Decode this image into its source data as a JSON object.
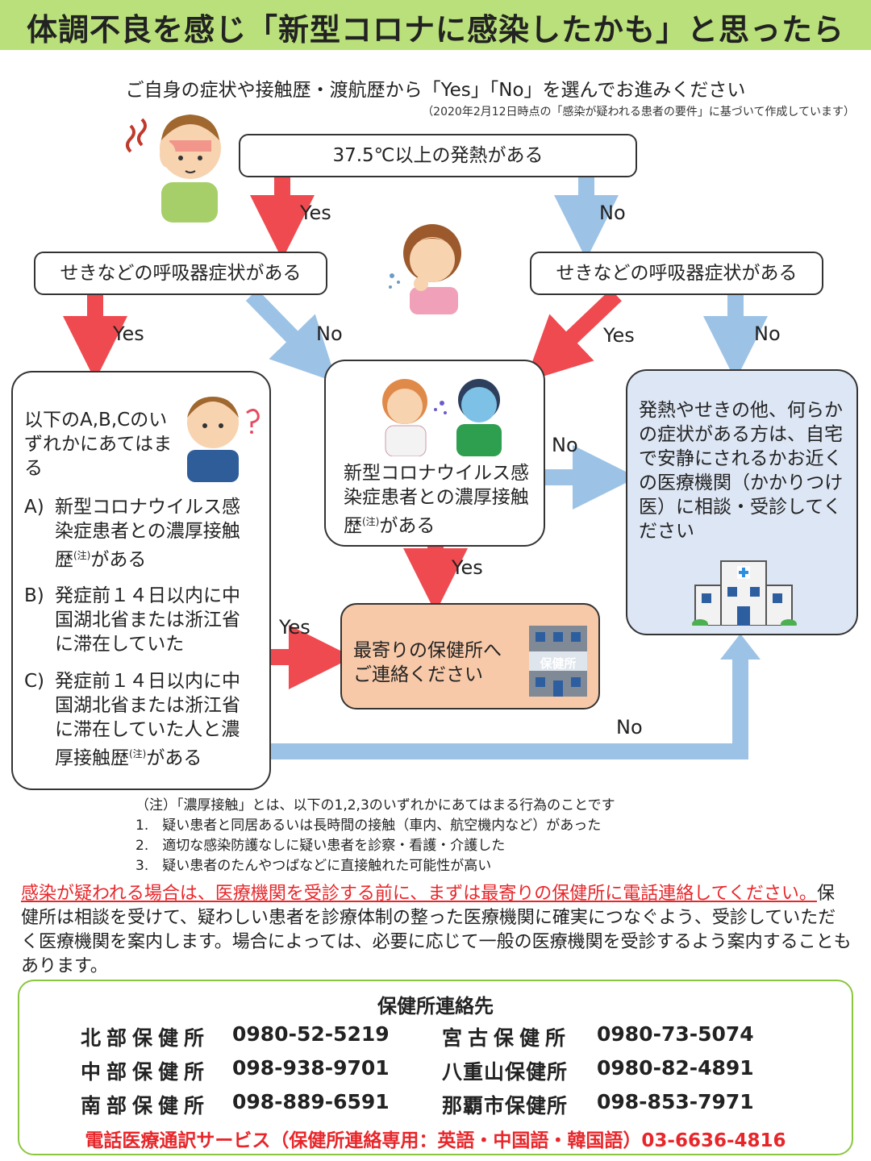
{
  "title": "体調不良を感じ「新型コロナに感染したかも」と思ったら",
  "subtitle": "ご自身の症状や接触歴・渡航歴から「Yes」「No」を選んでお進みください",
  "date_note": "（2020年2月12日時点の「感染が疑われる患者の要件」に基づいて作成しています）",
  "flow": {
    "start": "37.5℃以上の発熱がある",
    "resp_left": "せきなどの呼吸器症状がある",
    "resp_right": "せきなどの呼吸器症状がある",
    "abc_head": "以下のA,B,Cのいずれかにあてはまる",
    "abc_a_label": "A)",
    "abc_a": "新型コロナウイルス感染症患者との濃厚接触歴",
    "abc_a_end": "がある",
    "abc_b_label": "B)",
    "abc_b": "発症前１４日以内に中国湖北省または浙江省に滞在していた",
    "abc_c_label": "C)",
    "abc_c": "発症前１４日以内に中国湖北省または浙江省に滞在していた人と濃厚接触歴",
    "abc_c_end": "がある",
    "contact_box": "新型コロナウイルス感染症患者との濃厚接触歴",
    "contact_box_end": "がある",
    "note_mark": "(注)",
    "health_center": "最寄りの保健所へご連絡ください",
    "health_center_sign": "保健所",
    "clinic": "発熱やせきの他、何らかの症状がある方は、自宅で安静にされるかお近くの医療機関（かかりつけ医）に相談・受診してください",
    "yes": "Yes",
    "no": "No"
  },
  "footnotes": {
    "head": "（注）「濃厚接触」とは、以下の1,2,3のいずれかにあてはまる行為のことです",
    "items": [
      "1.　疑い患者と同居あるいは長時間の接触（車内、航空機内など）があった",
      "2.　適切な感染防護なしに疑い患者を診察・看護・介護した",
      "3.　疑い患者のたんやつばなどに直接触れた可能性が高い"
    ]
  },
  "warning": {
    "red": "感染が疑われる場合は、医療機関を受診する前に、まずは最寄りの保健所に電話連絡してください。",
    "black": "保健所は相談を受けて、疑わしい患者を診療体制の整った医療機関に確実につなぐよう、受診していただく医療機関を案内します。場合によっては、必要に応じて一般の医療機関を受診するよう案内することもあります。"
  },
  "contacts": {
    "heading": "保健所連絡先",
    "rows": [
      {
        "name": "北部保健所",
        "tel": "0980-52-5219"
      },
      {
        "name": "宮古保健所",
        "tel": "0980-73-5074"
      },
      {
        "name": "中部保健所",
        "tel": "098-938-9701"
      },
      {
        "name": "八重山保健所",
        "tel": "0980-82-4891"
      },
      {
        "name": "南部保健所",
        "tel": "098-889-6591"
      },
      {
        "name": "那覇市保健所",
        "tel": "098-853-7971"
      }
    ],
    "interpreter": "電話医療通訳サービス（保健所連絡専用：英語・中国語・韓国語）03-6636-4816"
  },
  "colors": {
    "title_bg": "#b9e07a",
    "yes_arrow": "#ef4a4f",
    "no_arrow": "#9cc3e6",
    "health_center_bg": "#f8c9a8",
    "clinic_bg": "#dde6f4",
    "warning_red": "#e8262a",
    "contact_border": "#8cc63f"
  }
}
